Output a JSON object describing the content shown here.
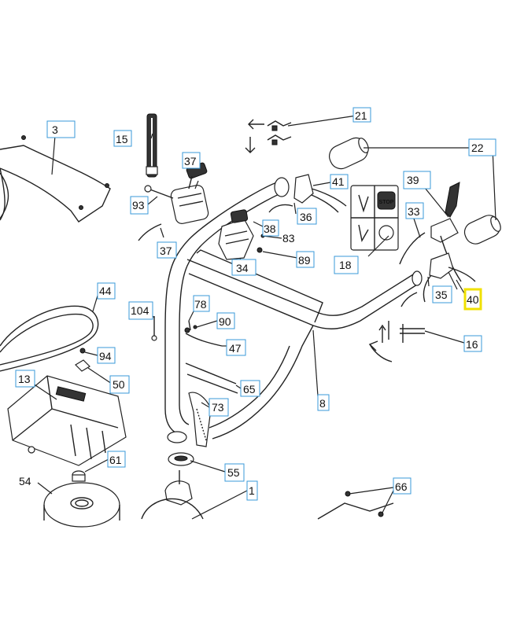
{
  "callouts": [
    {
      "id": "3",
      "label": "3"
    },
    {
      "id": "13",
      "label": "13"
    },
    {
      "id": "15",
      "label": "15"
    },
    {
      "id": "16",
      "label": "16"
    },
    {
      "id": "1",
      "label": "1"
    },
    {
      "id": "8",
      "label": "8"
    },
    {
      "id": "18",
      "label": "18"
    },
    {
      "id": "21",
      "label": "21"
    },
    {
      "id": "22",
      "label": "22"
    },
    {
      "id": "33",
      "label": "33"
    },
    {
      "id": "34",
      "label": "34"
    },
    {
      "id": "35",
      "label": "35"
    },
    {
      "id": "36",
      "label": "36"
    },
    {
      "id": "37a",
      "label": "37"
    },
    {
      "id": "37b",
      "label": "37"
    },
    {
      "id": "38",
      "label": "38"
    },
    {
      "id": "39",
      "label": "39"
    },
    {
      "id": "40",
      "label": "40",
      "highlighted": true
    },
    {
      "id": "41",
      "label": "41"
    },
    {
      "id": "44",
      "label": "44"
    },
    {
      "id": "47",
      "label": "47"
    },
    {
      "id": "50",
      "label": "50"
    },
    {
      "id": "54",
      "label": "54"
    },
    {
      "id": "55",
      "label": "55"
    },
    {
      "id": "61",
      "label": "61"
    },
    {
      "id": "65",
      "label": "65"
    },
    {
      "id": "66",
      "label": "66"
    },
    {
      "id": "73",
      "label": "73"
    },
    {
      "id": "78",
      "label": "78"
    },
    {
      "id": "83",
      "label": "83"
    },
    {
      "id": "89",
      "label": "89"
    },
    {
      "id": "90",
      "label": "90"
    },
    {
      "id": "93",
      "label": "93"
    },
    {
      "id": "94",
      "label": "94"
    },
    {
      "id": "104",
      "label": "104"
    }
  ],
  "decal": {
    "stop_text": "STOP"
  },
  "colors": {
    "callout_border": "#3a9ad9",
    "highlight": "#f0e000",
    "line": "#222222"
  }
}
